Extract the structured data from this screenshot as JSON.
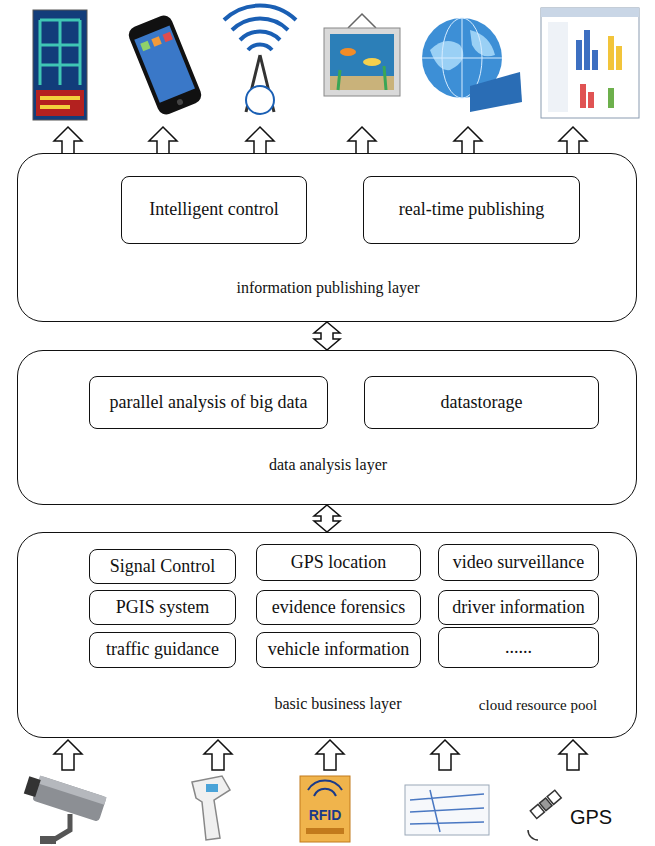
{
  "diagram": {
    "nodes": [
      {
        "text": [
          "information publishing layer"
        ]
      },
      {
        "text": [
          "Intelligent control"
        ],
        "in": 0
      },
      {
        "text": [
          "real-time publishing"
        ],
        "in": 0
      },
      {
        "text": [
          "data analysis layer"
        ]
      },
      {
        "text": [
          "parallel analysis of big data"
        ],
        "in": 3
      },
      {
        "text": [
          "datastorage"
        ],
        "in": 3
      },
      {
        "text": [
          "basic business layer",
          "cloud resource pool"
        ]
      },
      {
        "text": [
          "Signal Control"
        ],
        "in": 6
      },
      {
        "text": [
          "PGIS system"
        ],
        "in": 6
      },
      {
        "text": [
          "traffic guidance"
        ],
        "in": 6
      },
      {
        "text": [
          "GPS location"
        ],
        "in": 6
      },
      {
        "text": [
          "evidence forensics"
        ],
        "in": 6
      },
      {
        "text": [
          "vehicle information"
        ],
        "in": 6
      },
      {
        "text": [
          "video surveillance"
        ],
        "in": 6
      },
      {
        "text": [
          "driver information"
        ],
        "in": 6
      },
      {
        "text": [
          "......"
        ],
        "in": 6
      }
    ],
    "edges": [
      {
        "from": 0,
        "to": 3,
        "arrow": "both"
      },
      {
        "from": 3,
        "to": 6,
        "arrow": "both"
      }
    ],
    "labels": [
      "RFID",
      "GPS"
    ]
  }
}
